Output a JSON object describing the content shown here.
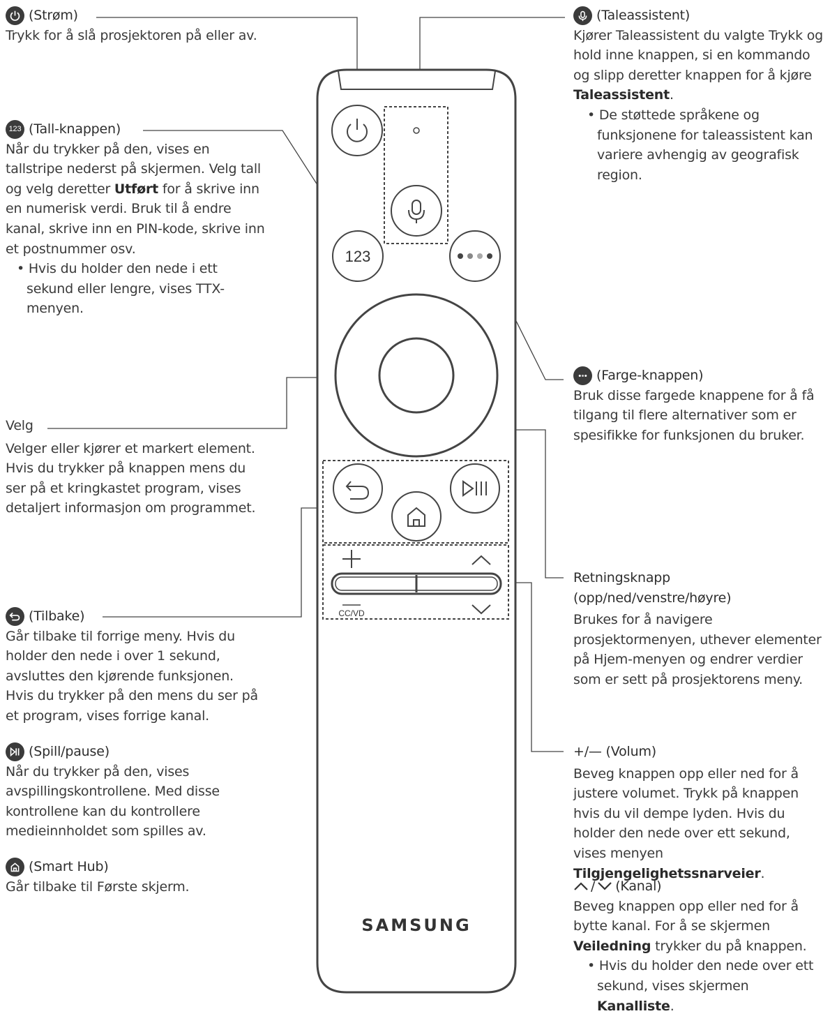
{
  "left": {
    "power": {
      "title": "(Strøm)",
      "desc": "Trykk for å slå prosjektoren på eller av."
    },
    "number": {
      "badge": "123",
      "title": "(Tall-knappen)",
      "desc_1": "Når du trykker på den, vises en tallstripe nederst på skjermen. Velg tall og velg deretter ",
      "desc_bold": "Utført",
      "desc_2": " for å skrive inn en numerisk verdi. Bruk til å endre kanal, skrive inn en PIN-kode, skrive inn et postnummer osv.",
      "bullet": "• Hvis du holder den nede i ett sekund eller lengre, vises TTX-menyen."
    },
    "select": {
      "title": "Velg",
      "desc": "Velger eller kjører et markert element. Hvis du trykker på knappen mens du ser på et kringkastet program, vises detaljert informasjon om programmet."
    },
    "back": {
      "title": "(Tilbake)",
      "desc": "Går tilbake til forrige meny. Hvis du holder den nede i over 1 sekund, avsluttes den kjørende funksjonen. Hvis du trykker på den mens du ser på et program, vises forrige kanal."
    },
    "playpause": {
      "title": "(Spill/pause)",
      "desc": "Når du trykker på den, vises avspillingskontrollene. Med disse kontrollene kan du kontrollere medieinnholdet som spilles av."
    },
    "smarthub": {
      "title": "(Smart Hub)",
      "desc": "Går tilbake til Første skjerm."
    }
  },
  "right": {
    "voice": {
      "title": "(Taleassistent)",
      "desc": "Kjører Taleassistent du valgte Trykk og hold inne knappen, si en kommando og slipp deretter knappen for å kjøre ",
      "desc_bold": "Taleassistent",
      "desc_end": ".",
      "bullet": "• De støttede språkene og funksjonene for taleassistent kan variere avhengig av geografisk region."
    },
    "color": {
      "title": "(Farge-knappen)",
      "desc": "Bruk disse fargede knappene for å få tilgang til flere alternativer som er spesifikke for funksjonen du bruker."
    },
    "direction": {
      "title": "Retningsknapp (opp/ned/venstre/høyre)",
      "desc": "Brukes for å navigere prosjektormenyen, uthever elementer på Hjem-menyen og endrer verdier som er sett på prosjektorens meny."
    },
    "volume": {
      "title": "+/— (Volum)",
      "desc": "Beveg knappen opp eller ned for å justere volumet. Trykk på knappen hvis du vil dempe lyden. Hvis du holder den nede over ett sekund, vises menyen ",
      "desc_bold": "Tilgjengelighetssnarveier",
      "desc_end": "."
    },
    "channel": {
      "title": "(Kanal)",
      "desc_1": "Beveg knappen opp eller ned for å bytte kanal. For å se skjermen ",
      "desc_bold": "Veiledning",
      "desc_2": " trykker du på knappen.",
      "bullet_1": "• Hvis du holder den nede over ett sekund, vises skjermen ",
      "bullet_bold": "Kanalliste",
      "bullet_end": "."
    }
  },
  "remote": {
    "number_button": "123",
    "ccvd_label": "CC/VD",
    "brand": "SAMSUNG"
  }
}
